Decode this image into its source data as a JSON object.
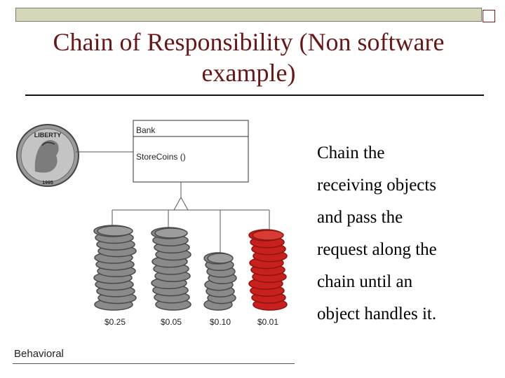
{
  "slide": {
    "title_line1": "Chain of Responsibility (Non software",
    "title_line2": "example)",
    "footer": "Behavioral"
  },
  "diagram": {
    "class_name": "Bank",
    "method": "StoreCoins ()",
    "coin_text_top": "LIBERTY",
    "coin_text_bottom": "1995",
    "stacks": [
      {
        "label": "$0.25",
        "color": "#8a8a8a"
      },
      {
        "label": "$0.05",
        "color": "#8a8a8a"
      },
      {
        "label": "$0.10",
        "color": "#8a8a8a"
      },
      {
        "label": "$0.01",
        "color": "#c8201c"
      }
    ]
  },
  "body": {
    "lines": [
      "Chain the",
      "receiving objects",
      "and pass the",
      "request along the",
      "chain until an",
      "object handles it."
    ]
  },
  "colors": {
    "title": "#6b1616",
    "bar": "#d6d6b8",
    "accent_coin": "#c8201c"
  }
}
